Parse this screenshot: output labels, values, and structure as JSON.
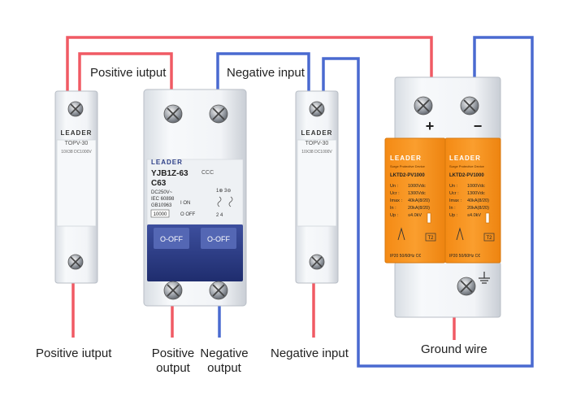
{
  "labels": {
    "top_positive": "Positive iutput",
    "top_negative": "Negative input",
    "bottom_positive_left": "Positive iutput",
    "bottom_positive_output": "Positive\noutput",
    "bottom_negative_output": "Negative\noutput",
    "bottom_negative_input": "Negative input",
    "ground_wire": "Ground wire"
  },
  "fuse_left": {
    "brand": "LEADER",
    "model": "TOPV-30",
    "spec": "10X38 DC1000V"
  },
  "fuse_right": {
    "brand": "LEADER",
    "model": "TOPV-30",
    "spec": "10X38 DC1000V"
  },
  "breaker": {
    "brand": "LEADER",
    "model": "YJB1Z-63",
    "rating": "C63",
    "voltage": "DC250V~",
    "std1": "IEC 60898",
    "std2": "GB10963",
    "on_label": "I ON",
    "off_label": "O OFF",
    "capacity": "10000",
    "terminals_top": "1⊕ 3⊖",
    "terminals_bot": "2  4",
    "switch_left": "O-OFF",
    "switch_right": "O-OFF"
  },
  "spd": {
    "plus": "+",
    "minus": "−",
    "brand": "LEADER",
    "device_name": "Surge Protective Device",
    "model": "LKTD2-PV1000",
    "rows": [
      [
        "Un :",
        "1000Vdc"
      ],
      [
        "Ucr :",
        "1300Vdc"
      ],
      [
        "Imax :",
        "40kA(8/20)"
      ],
      [
        "In :",
        "20kA(8/20)"
      ],
      [
        "Up :",
        "≤4.0kV"
      ]
    ],
    "class_mark": "T2",
    "footer": "IP20 50/60Hz C€"
  },
  "colors": {
    "positive_wire": "#f05a64",
    "negative_wire": "#4a6ad0",
    "spd_orange": "#f7941d",
    "breaker_blue": "#2c3e86"
  }
}
